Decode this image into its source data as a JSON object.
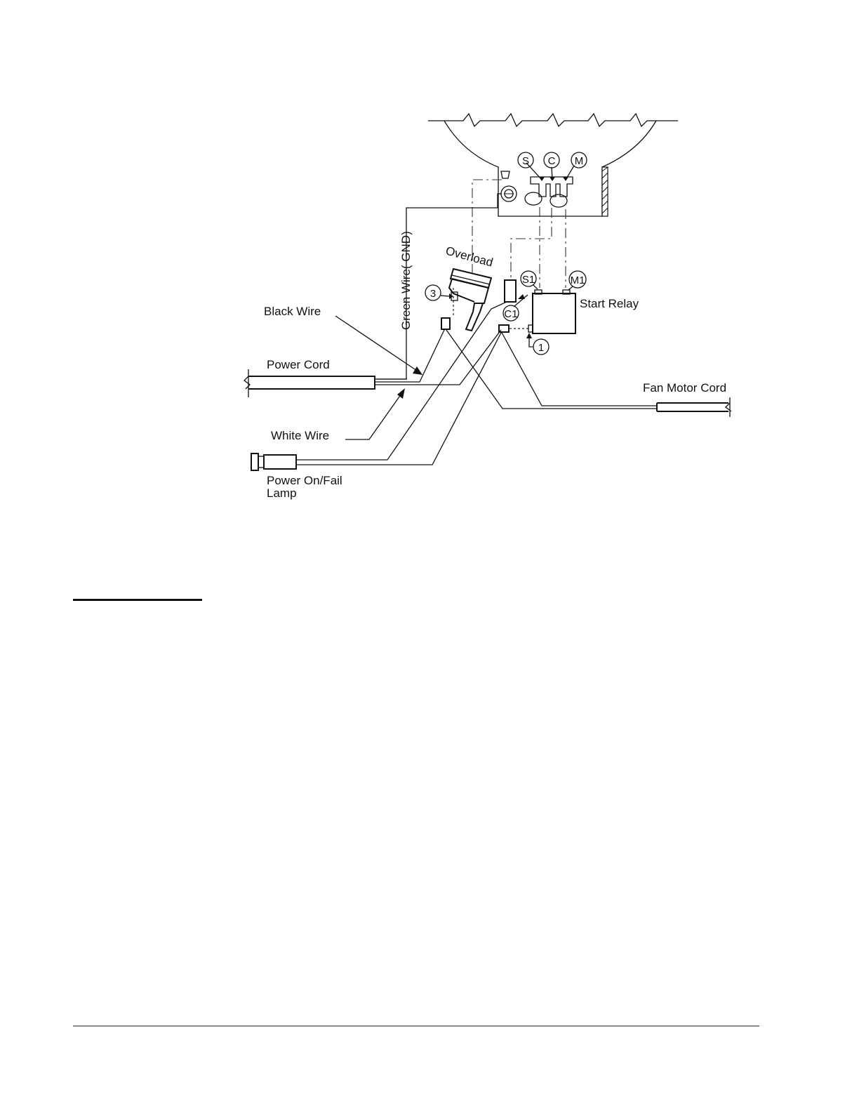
{
  "diagram": {
    "terminals": {
      "s": "S",
      "c": "C",
      "m": "M",
      "s1": "S1",
      "m1": "M1",
      "c1": "C1",
      "t1": "1",
      "t3": "3"
    },
    "labels": {
      "overload": "Overload",
      "start_relay": "Start Relay",
      "green_wire": "Green Wire( GND)",
      "black_wire": "Black Wire",
      "power_cord": "Power Cord",
      "white_wire": "White Wire",
      "fan_motor_cord": "Fan Motor Cord",
      "lamp_line1": "Power On/Fail",
      "lamp_line2": "Lamp"
    }
  }
}
